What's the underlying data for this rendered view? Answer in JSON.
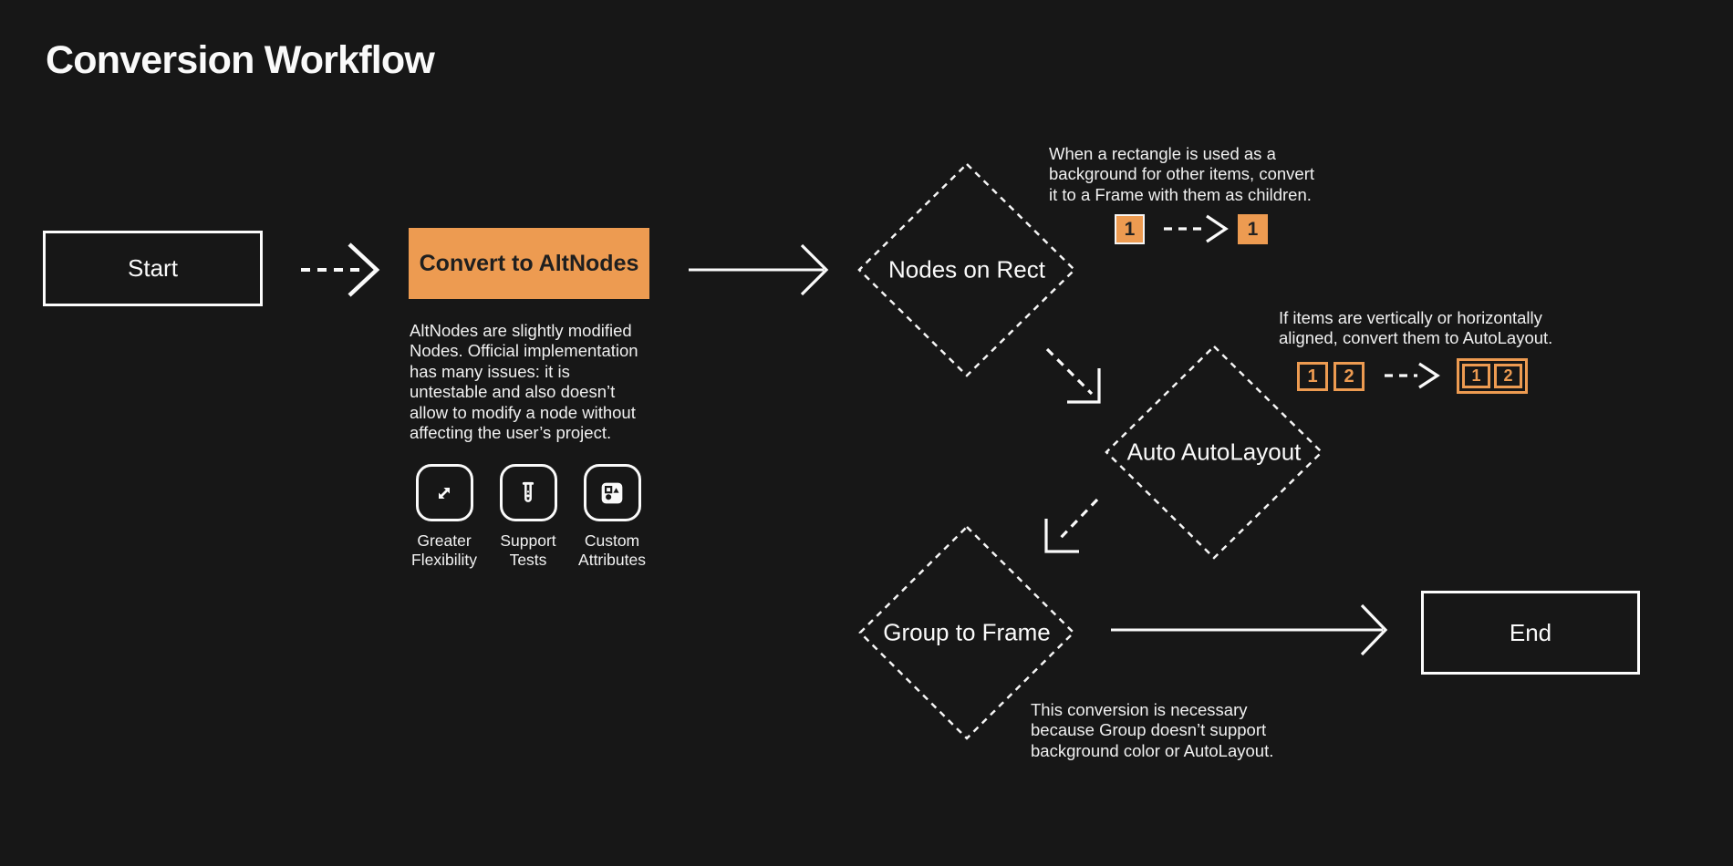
{
  "title": "Conversion Workflow",
  "colors": {
    "background": "#171717",
    "accent": "#ED9B51",
    "light_text": "#F2F2F2",
    "dark_text": "#1F1F1F"
  },
  "flow": {
    "start": {
      "label": "Start"
    },
    "convert": {
      "label": "Convert to AltNodes",
      "description_lines": [
        "AltNodes are slightly modified",
        "Nodes. Official implementation",
        "has many issues: it is",
        "untestable and also doesn’t",
        "allow to modify a node without",
        "affecting the user’s project."
      ]
    },
    "features": [
      {
        "icon": "expand-icon",
        "label_lines": [
          "Greater",
          "Flexibility"
        ]
      },
      {
        "icon": "test-tube-icon",
        "label_lines": [
          "Support",
          "Tests"
        ]
      },
      {
        "icon": "shapes-icon",
        "label_lines": [
          "Custom",
          "Attributes"
        ]
      }
    ],
    "nodes_on_rect": {
      "label": "Nodes on Rect",
      "note_lines": [
        "When a rectangle is used as a",
        "background for other items, convert",
        "it to a Frame with them as children."
      ],
      "badge_before": "1",
      "badge_after": "1"
    },
    "auto_autolayout": {
      "label": "Auto AutoLayout",
      "note_lines": [
        "If items are vertically or horizontally",
        "aligned, convert them to AutoLayout."
      ],
      "badges_before": [
        "1",
        "2"
      ],
      "badges_after": [
        "1",
        "2"
      ]
    },
    "group_to_frame": {
      "label": "Group to Frame",
      "note_lines": [
        "This conversion is necessary",
        "because Group doesn’t support",
        "background color or AutoLayout."
      ]
    },
    "end": {
      "label": "End"
    }
  }
}
